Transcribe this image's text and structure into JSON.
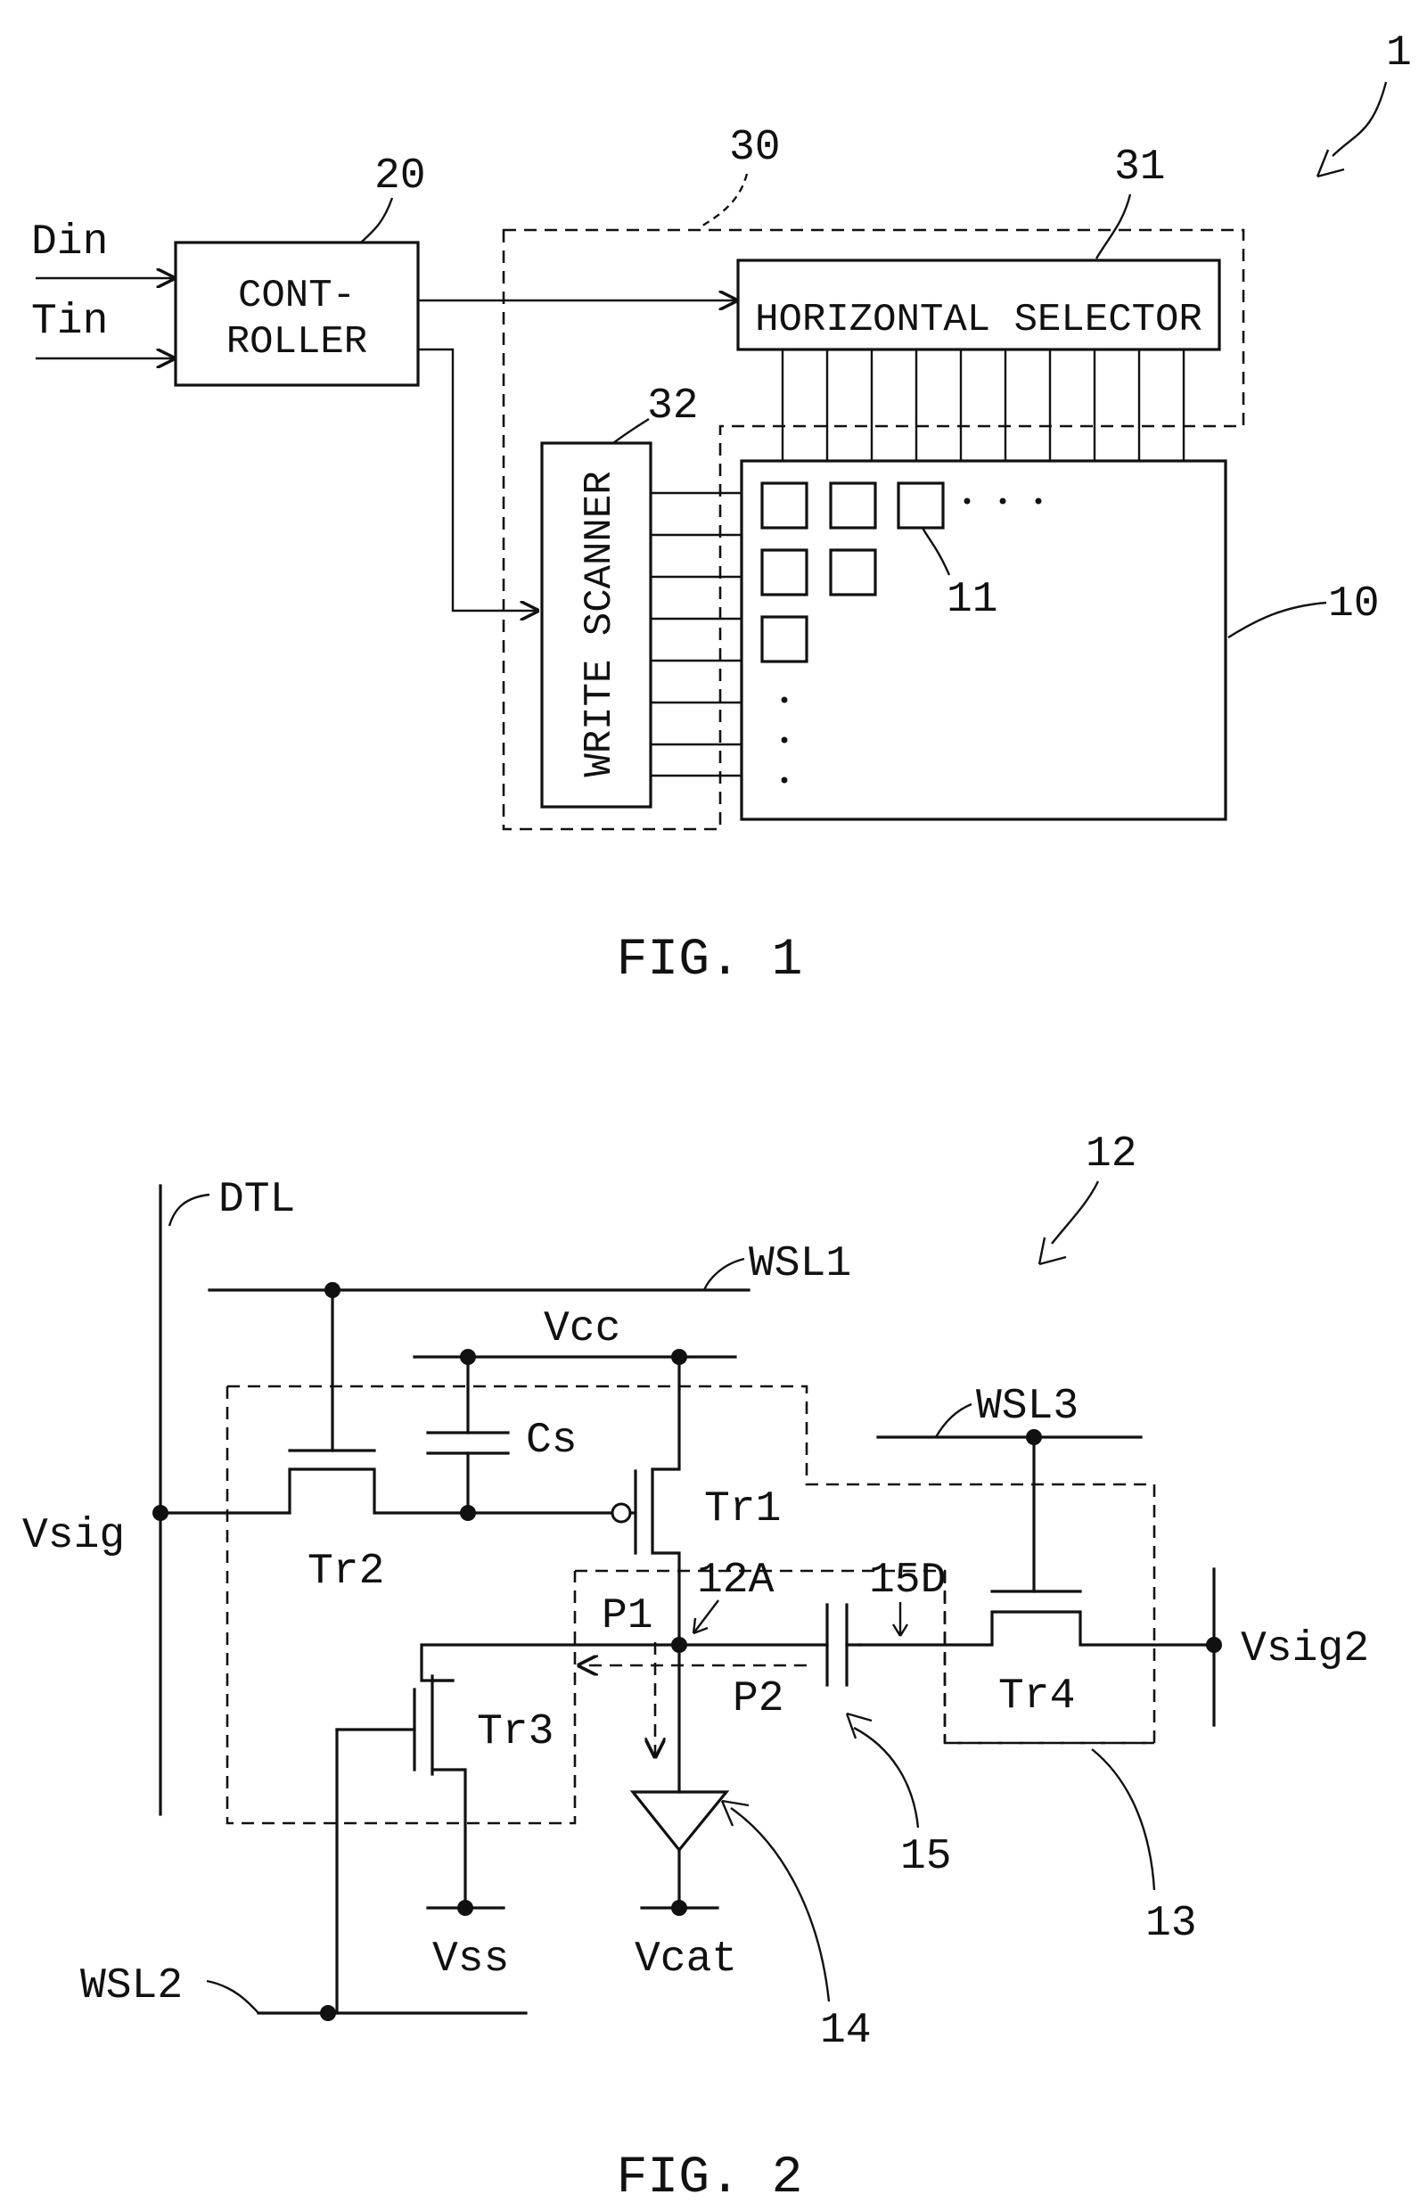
{
  "figure1": {
    "caption": "FIG. 1",
    "ref_device": "1",
    "inputs": [
      "Din",
      "Tin"
    ],
    "controller": {
      "ref": "20",
      "label_line1": "CONT-",
      "label_line2": "ROLLER"
    },
    "drive_circuit": {
      "ref": "30"
    },
    "horizontal_selector": {
      "ref": "31",
      "label": "HORIZONTAL SELECTOR"
    },
    "write_scanner": {
      "ref": "32",
      "label": "WRITE SCANNER"
    },
    "display_panel": {
      "ref": "10"
    },
    "pixel": {
      "ref": "11"
    }
  },
  "figure2": {
    "caption": "FIG. 2",
    "ref_circuit": "12",
    "lines": {
      "dtl": "DTL",
      "wsl1": "WSL1",
      "wsl2": "WSL2",
      "wsl3": "WSL3"
    },
    "supplies": {
      "vcc": "Vcc",
      "vss": "Vss",
      "vcat": "Vcat",
      "vsig": "Vsig",
      "vsig2": "Vsig2"
    },
    "capacitor_cs": "Cs",
    "transistors": {
      "tr1": "Tr1",
      "tr2": "Tr2",
      "tr3": "Tr3",
      "tr4": "Tr4"
    },
    "paths": {
      "p1": "P1",
      "p2": "P2"
    },
    "nodes": {
      "n12a": "12A",
      "n15d": "15D"
    },
    "refs": {
      "r13": "13",
      "r14": "14",
      "r15": "15"
    }
  }
}
